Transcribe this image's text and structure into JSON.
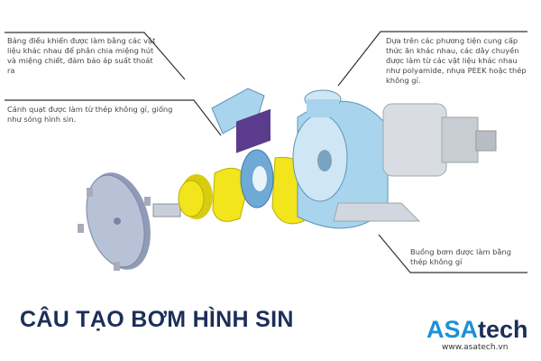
{
  "notes": {
    "control_panel": "Bảng điều khiển được làm bằng các vật liệu khác nhau để phân chia miệng hút và miệng chiết, đảm bảo áp suất thoát ra",
    "impeller": "Cánh quạt được làm từ thép không gỉ, giống như sóng hình sin.",
    "materials": "Dựa trên các phương tiện cung cấp thức ăn khác nhau, các dây chuyền được làm từ các vật liệu khác nhau như polyamide, nhựa PEEK hoặc thép không gỉ.",
    "chamber": "Buồng bơm được làm bằng thép không gỉ"
  },
  "title": "CÂU TẠO BƠM HÌNH SIN",
  "logo": {
    "part1": "ASA",
    "part2": "tech",
    "url": "www.asatech.vn"
  },
  "colors": {
    "blue_part": "#a9d4ee",
    "yellow_part": "#f2e51c",
    "purple_part": "#5b3c8c",
    "grey_part": "#b8c2d6",
    "title": "#1c2e5a",
    "brand": "#1e90d6"
  }
}
